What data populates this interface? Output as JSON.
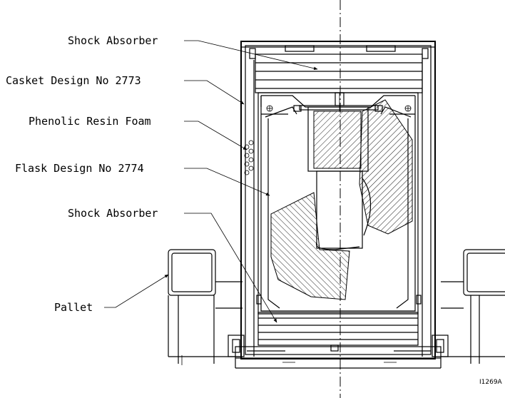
{
  "labels": {
    "shock_absorber_top": "Shock Absorber",
    "casket_design": "Casket Design No 2773",
    "phenolic_resin_foam": "Phenolic Resin Foam",
    "flask_design": "Flask Design No 2774",
    "shock_absorber_bottom": "Shock Absorber",
    "pallet": "Pallet",
    "drawing_number": "I1269A"
  }
}
